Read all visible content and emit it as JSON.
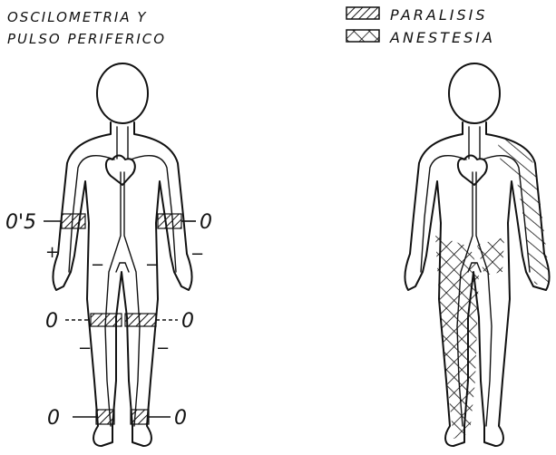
{
  "left_title": {
    "line1": "OSCILOMETRIA Y",
    "line2": "PULSO PERIFERICO"
  },
  "legend": [
    {
      "label": "PARALISIS",
      "pattern": "hatch-diagonal"
    },
    {
      "label": "ANESTESIA",
      "pattern": "hatch-crossed"
    }
  ],
  "oscillometry": {
    "right_arm": "0'5",
    "left_arm": "0",
    "right_thigh": "0",
    "left_thigh": "0",
    "right_ankle": "0",
    "left_ankle": "0"
  },
  "pulse": {
    "right_wrist": "+",
    "left_wrist": "−",
    "right_femoral": "−",
    "left_femoral": "−",
    "right_popliteal": "−",
    "left_popliteal": "−"
  },
  "colors": {
    "ink": "#111111",
    "paper": "#ffffff"
  }
}
